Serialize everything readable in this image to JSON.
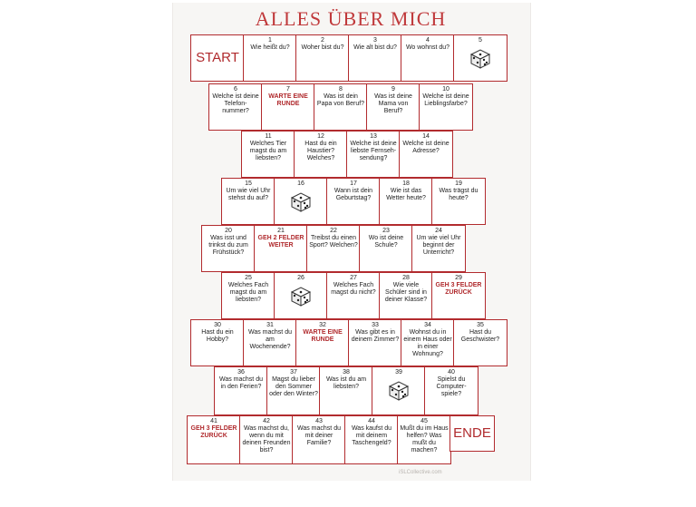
{
  "title": "ALLES ÜBER MICH",
  "credit": "iSLCollective.com",
  "colors": {
    "border": "#b22b2e",
    "title": "#c0393b",
    "paper": "#f7f6f4"
  },
  "start": "START",
  "ende": "ENDE",
  "squares": {
    "s1": {
      "n": "1",
      "t": "Wie heißt du?"
    },
    "s2": {
      "n": "2",
      "t": "Woher bist du?"
    },
    "s3": {
      "n": "3",
      "t": "Wie alt bist du?"
    },
    "s4": {
      "n": "4",
      "t": "Wo wohnst du?"
    },
    "s5": {
      "n": "5",
      "t": ""
    },
    "s6": {
      "n": "6",
      "t": "Welche ist deine Telefon-nummer?"
    },
    "s7": {
      "n": "7",
      "t": "WARTE EINE RUNDE"
    },
    "s8": {
      "n": "8",
      "t": "Was ist dein Papa von Beruf?"
    },
    "s9": {
      "n": "9",
      "t": "Was ist deine Mama von Beruf?"
    },
    "s10": {
      "n": "10",
      "t": "Welche ist deine Lieblingsfarbe?"
    },
    "s11": {
      "n": "11",
      "t": "Welches Tier magst du am liebsten?"
    },
    "s12": {
      "n": "12",
      "t": "Hast du ein Haustier? Welches?"
    },
    "s13": {
      "n": "13",
      "t": "Welche ist deine liebste Fernseh-sendung?"
    },
    "s14": {
      "n": "14",
      "t": "Welche ist deine Adresse?"
    },
    "s15": {
      "n": "15",
      "t": "Um wie viel Uhr stehst du auf?"
    },
    "s16": {
      "n": "16",
      "t": ""
    },
    "s17": {
      "n": "17",
      "t": "Wann ist dein Geburtstag?"
    },
    "s18": {
      "n": "18",
      "t": "Wie ist das Wetter heute?"
    },
    "s19": {
      "n": "19",
      "t": "Was trägst du heute?"
    },
    "s20": {
      "n": "20",
      "t": "Was isst und trinkst du zum Frühstück?"
    },
    "s21": {
      "n": "21",
      "t": "GEH 2 FELDER WEITER"
    },
    "s22": {
      "n": "22",
      "t": "Treibst du einen Sport? Welchen?"
    },
    "s23": {
      "n": "23",
      "t": "Wo ist deine Schule?"
    },
    "s24": {
      "n": "24",
      "t": "Um wie viel Uhr beginnt der Unterricht?"
    },
    "s25": {
      "n": "25",
      "t": "Welches Fach magst du am liebsten?"
    },
    "s26": {
      "n": "26",
      "t": ""
    },
    "s27": {
      "n": "27",
      "t": "Welches Fach magst du nicht?"
    },
    "s28": {
      "n": "28",
      "t": "Wie viele Schüler sind in deiner Klasse?"
    },
    "s29": {
      "n": "29",
      "t": "GEH 3 FELDER ZURÜCK"
    },
    "s30": {
      "n": "30",
      "t": "Hast du ein Hobby?"
    },
    "s31": {
      "n": "31",
      "t": "Was machst du am Wochenende?"
    },
    "s32": {
      "n": "32",
      "t": "WARTE EINE RUNDE"
    },
    "s33": {
      "n": "33",
      "t": "Was gibt es in deinem Zimmer?"
    },
    "s34": {
      "n": "34",
      "t": "Wohnst du in einem Haus oder in einer Wohnung?"
    },
    "s35": {
      "n": "35",
      "t": "Hast du Geschwister?"
    },
    "s36": {
      "n": "36",
      "t": "Was machst du in den Ferien?"
    },
    "s37": {
      "n": "37",
      "t": "Magst du lieber den Sommer oder den Winter?"
    },
    "s38": {
      "n": "38",
      "t": "Was ist du am liebsten?"
    },
    "s39": {
      "n": "39",
      "t": ""
    },
    "s40": {
      "n": "40",
      "t": "Spielst du Computer-spiele?"
    },
    "s41": {
      "n": "41",
      "t": "GEH 3 FELDER ZURÜCK"
    },
    "s42": {
      "n": "42",
      "t": "Was machst du, wenn du mit deinen Freunden bist?"
    },
    "s43": {
      "n": "43",
      "t": "Was machst du mit deiner Familie?"
    },
    "s44": {
      "n": "44",
      "t": "Was kaufst du mit deinem Taschengeld?"
    },
    "s45": {
      "n": "45",
      "t": "Mußt du im Haus helfen? Was mußt du machen?"
    }
  }
}
